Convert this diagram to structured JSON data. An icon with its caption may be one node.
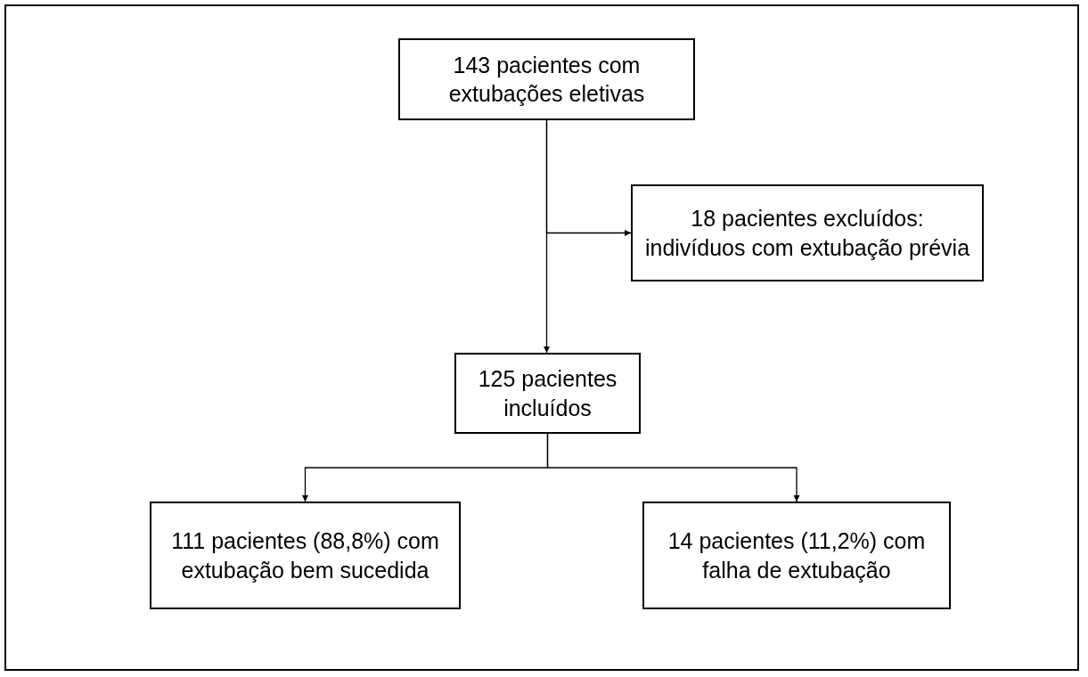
{
  "diagram": {
    "nodes": [
      {
        "text": [
          "143 pacientes com extubações eletivas"
        ]
      },
      {
        "text": [
          "18 pacientes excluídos: indivíduos com extubação prévia"
        ]
      },
      {
        "text": [
          "125 pacientes incluídos"
        ]
      },
      {
        "text": [
          "111 pacientes (88,8%) com extubação bem sucedida"
        ]
      },
      {
        "text": [
          "14 pacientes (11,2%) com falha de extubação"
        ]
      }
    ],
    "edges": [
      {
        "from": 0,
        "to": 2,
        "arrow": "to"
      },
      {
        "from": 0,
        "to": 1,
        "arrow": "to"
      },
      {
        "from": 2,
        "to": 3,
        "arrow": "to"
      },
      {
        "from": 2,
        "to": 4,
        "arrow": "to"
      }
    ]
  }
}
